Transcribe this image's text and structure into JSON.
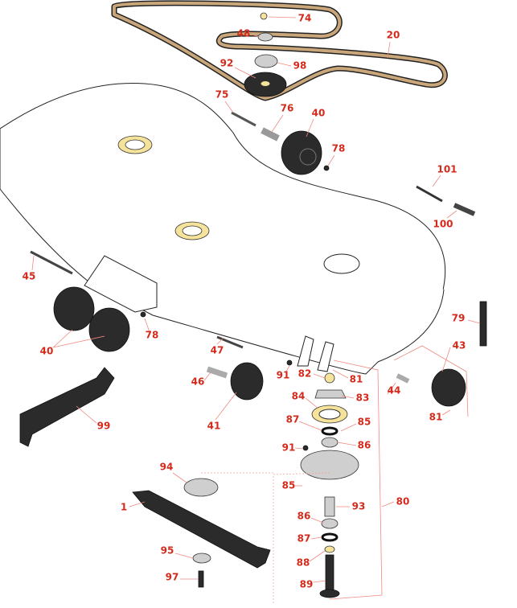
{
  "diagram": {
    "title": "Mower deck exploded parts diagram",
    "label_color": "#d42a1c",
    "callouts": [
      "74",
      "48",
      "20",
      "92",
      "98",
      "75",
      "76",
      "40",
      "78",
      "101",
      "100",
      "45",
      "79",
      "43",
      "40",
      "78",
      "47",
      "91",
      "82",
      "81",
      "84",
      "83",
      "44",
      "81",
      "46",
      "41",
      "99",
      "87",
      "85",
      "91",
      "86",
      "94",
      "85",
      "1",
      "93",
      "80",
      "86",
      "87",
      "95",
      "88",
      "97",
      "89"
    ]
  }
}
